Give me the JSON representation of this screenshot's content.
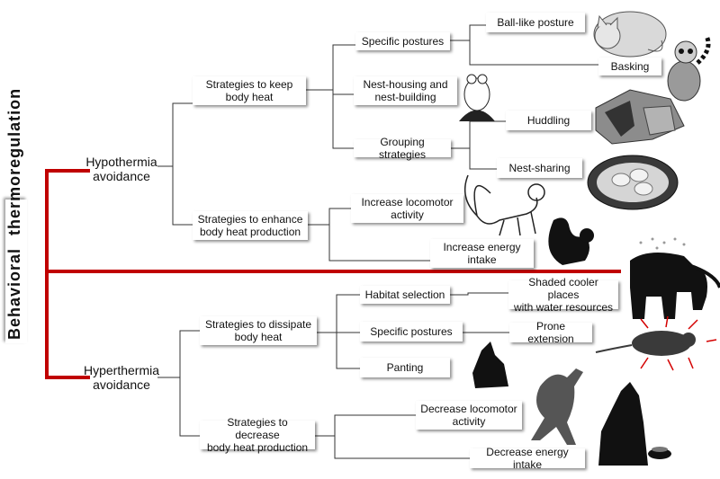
{
  "root": {
    "word1": "Behavioral",
    "word2": "thermoregulation"
  },
  "hypothermia": {
    "label_line1": "Hypothermia",
    "label_line2": "avoidance",
    "keep_heat": {
      "label_line1": "Strategies to keep",
      "label_line2": "body heat",
      "specific_postures": "Specific postures",
      "ball_like": "Ball-like posture",
      "basking": "Basking",
      "nest_line1": "Nest-housing and",
      "nest_line2": "nest-building",
      "grouping": "Grouping strategies",
      "huddling": "Huddling",
      "nest_sharing": "Nest-sharing"
    },
    "enhance": {
      "label_line1": "Strategies to enhance",
      "label_line2": "body heat production",
      "locomotor_line1": "Increase locomotor",
      "locomotor_line2": "activity",
      "energy_line1": "Increase energy",
      "energy_line2": "intake"
    }
  },
  "hyperthermia": {
    "label_line1": "Hyperthermia",
    "label_line2": "avoidance",
    "dissipate": {
      "label_line1": "Strategies to dissipate",
      "label_line2": "body heat",
      "habitat": "Habitat selection",
      "shaded_line1": "Shaded cooler places",
      "shaded_line2": "with water resources",
      "specific_postures": "Specific postures",
      "prone": "Prone extension",
      "panting": "Panting"
    },
    "decrease": {
      "label_line1": "Strategies to decrease",
      "label_line2": "body heat production",
      "locomotor_line1": "Decrease locomotor",
      "locomotor_line2": "activity",
      "energy": "Decrease energy intake"
    }
  },
  "colors": {
    "accent_red": "#c00000",
    "line": "#333333",
    "silhouette": "#111111",
    "gray": "#8c8c8c"
  }
}
